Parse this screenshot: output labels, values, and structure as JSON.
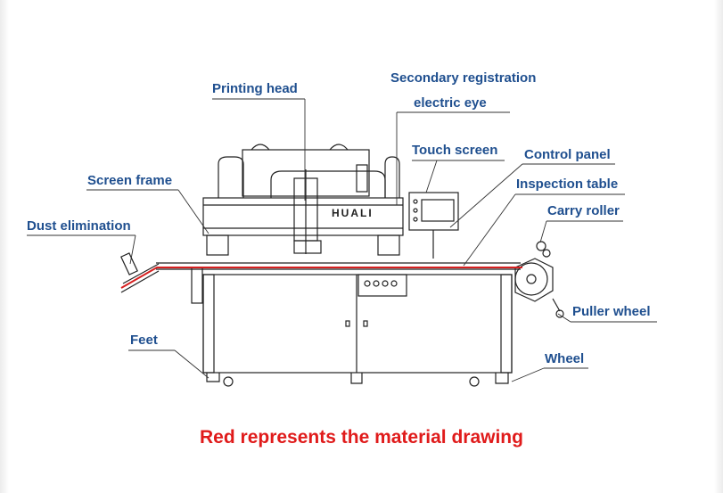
{
  "labels": {
    "printing_head": "Printing head",
    "secondary_registration_1": "Secondary registration",
    "secondary_registration_2": "electric eye",
    "touch_screen": "Touch screen",
    "control_panel": "Control panel",
    "screen_frame": "Screen frame",
    "inspection_table": "Inspection table",
    "carry_roller": "Carry roller",
    "dust_elimination": "Dust elimination",
    "puller_wheel": "Puller wheel",
    "feet": "Feet",
    "wheel": "Wheel"
  },
  "caption": "Red represents the material drawing",
  "machine_brand": "HUALI",
  "colors": {
    "label": "#1f4f8f",
    "caption": "#e01b1b",
    "material": "#d62020",
    "line": "#222222"
  }
}
